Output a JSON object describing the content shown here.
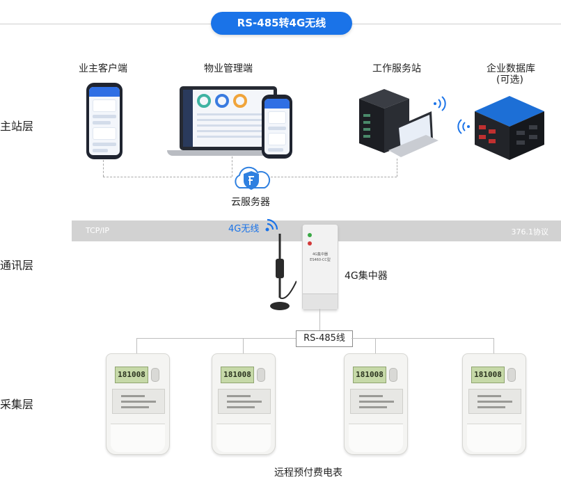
{
  "title": "RS-485转4G无线",
  "layers": {
    "master": "主站层",
    "comm": "通讯层",
    "collect": "采集层"
  },
  "nodes": {
    "owner_client": "业主客户端",
    "property_client": "物业管理端",
    "workstation": "工作服务站",
    "db_line1": "企业数据库",
    "db_line2": "(可选)",
    "cloud": "云服务器",
    "wireless": "4G无线",
    "concentrator": "4G集中器",
    "rs485": "RS-485线",
    "meters": "远程预付费电表"
  },
  "band": {
    "left": "TCP/IP",
    "right": "376.1协议"
  },
  "concentrator_face": {
    "title": "4G集中器",
    "model": "ES460-CC型"
  },
  "meter_display": "181008",
  "colors": {
    "accent": "#1a73e8",
    "band": "#d2d2d2",
    "wifi": "#1a73e8"
  },
  "icons": [
    "smartphone-icon",
    "laptop-icon",
    "server-icon",
    "database-icon",
    "cloud-shield-icon",
    "wifi-icon",
    "antenna-icon",
    "meter-icon"
  ]
}
